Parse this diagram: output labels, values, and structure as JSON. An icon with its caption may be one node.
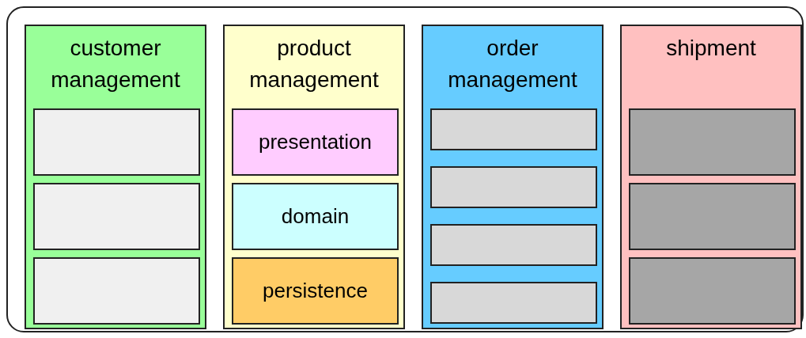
{
  "diagram": {
    "nodes": [
      {
        "text": [],
        "shape": "box"
      },
      {
        "text": [
          "customer management"
        ],
        "in": 0
      },
      {
        "text": [],
        "shape": "box",
        "in": 1
      },
      {
        "text": [],
        "shape": "box",
        "in": 1
      },
      {
        "text": [],
        "shape": "box",
        "in": 1
      },
      {
        "text": [
          "product management"
        ],
        "in": 0
      },
      {
        "text": [
          "presentation"
        ],
        "in": 5
      },
      {
        "text": [
          "domain"
        ],
        "in": 5
      },
      {
        "text": [
          "persistence"
        ],
        "in": 5
      },
      {
        "text": [
          "order management"
        ],
        "in": 0
      },
      {
        "text": [],
        "shape": "box",
        "in": 9
      },
      {
        "text": [],
        "shape": "box",
        "in": 9
      },
      {
        "text": [],
        "shape": "box",
        "in": 9
      },
      {
        "text": [],
        "shape": "box",
        "in": 9
      },
      {
        "text": [
          "shipment"
        ],
        "in": 0
      },
      {
        "text": [],
        "shape": "box",
        "in": 14
      },
      {
        "text": [],
        "shape": "box",
        "in": 14
      },
      {
        "text": [],
        "shape": "box",
        "in": 14
      }
    ]
  }
}
